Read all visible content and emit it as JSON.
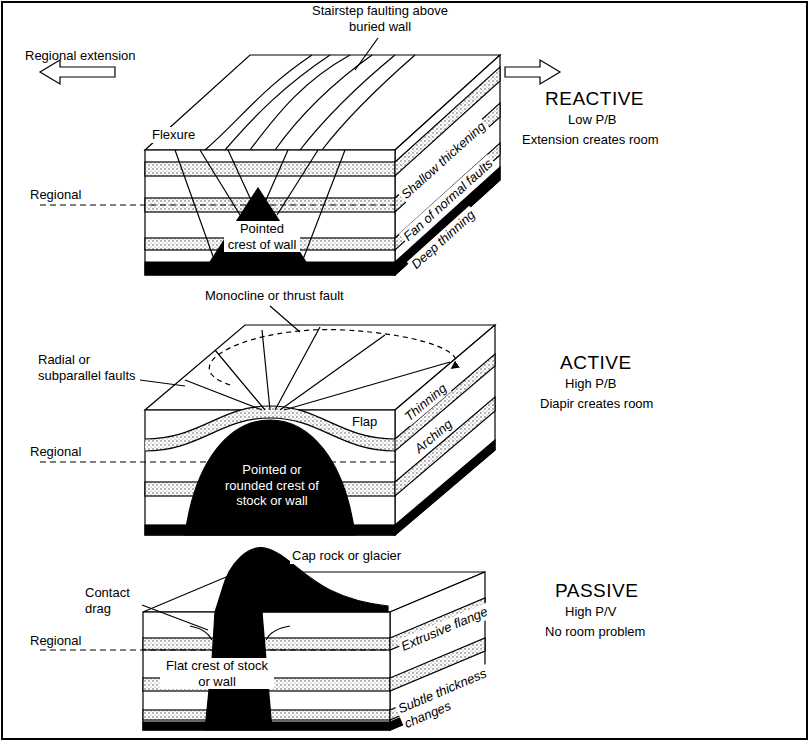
{
  "diagram": {
    "labels": [
      "Stairstep faulting above buried wall",
      "Regional extension",
      "REACTIVE",
      "Low P/B",
      "Extension creates room",
      "Flexure",
      "Regional",
      "Pointed crest of wall",
      "Shallow thickening",
      "Fan of normal faults",
      "Deep thinning",
      "Monocline or thrust fault",
      "Radial or subparallel faults",
      "ACTIVE",
      "High P/B",
      "Diapir creates room",
      "Flap",
      "Thinning",
      "Arching",
      "Regional",
      "Pointed or rounded crest of stock or wall",
      "Cap rock or glacier",
      "PASSIVE",
      "High P/V",
      "No room problem",
      "Contact drag",
      "Regional",
      "Extrusive flange",
      "Flat crest of stock or wall",
      "Subtle thickness changes"
    ]
  }
}
